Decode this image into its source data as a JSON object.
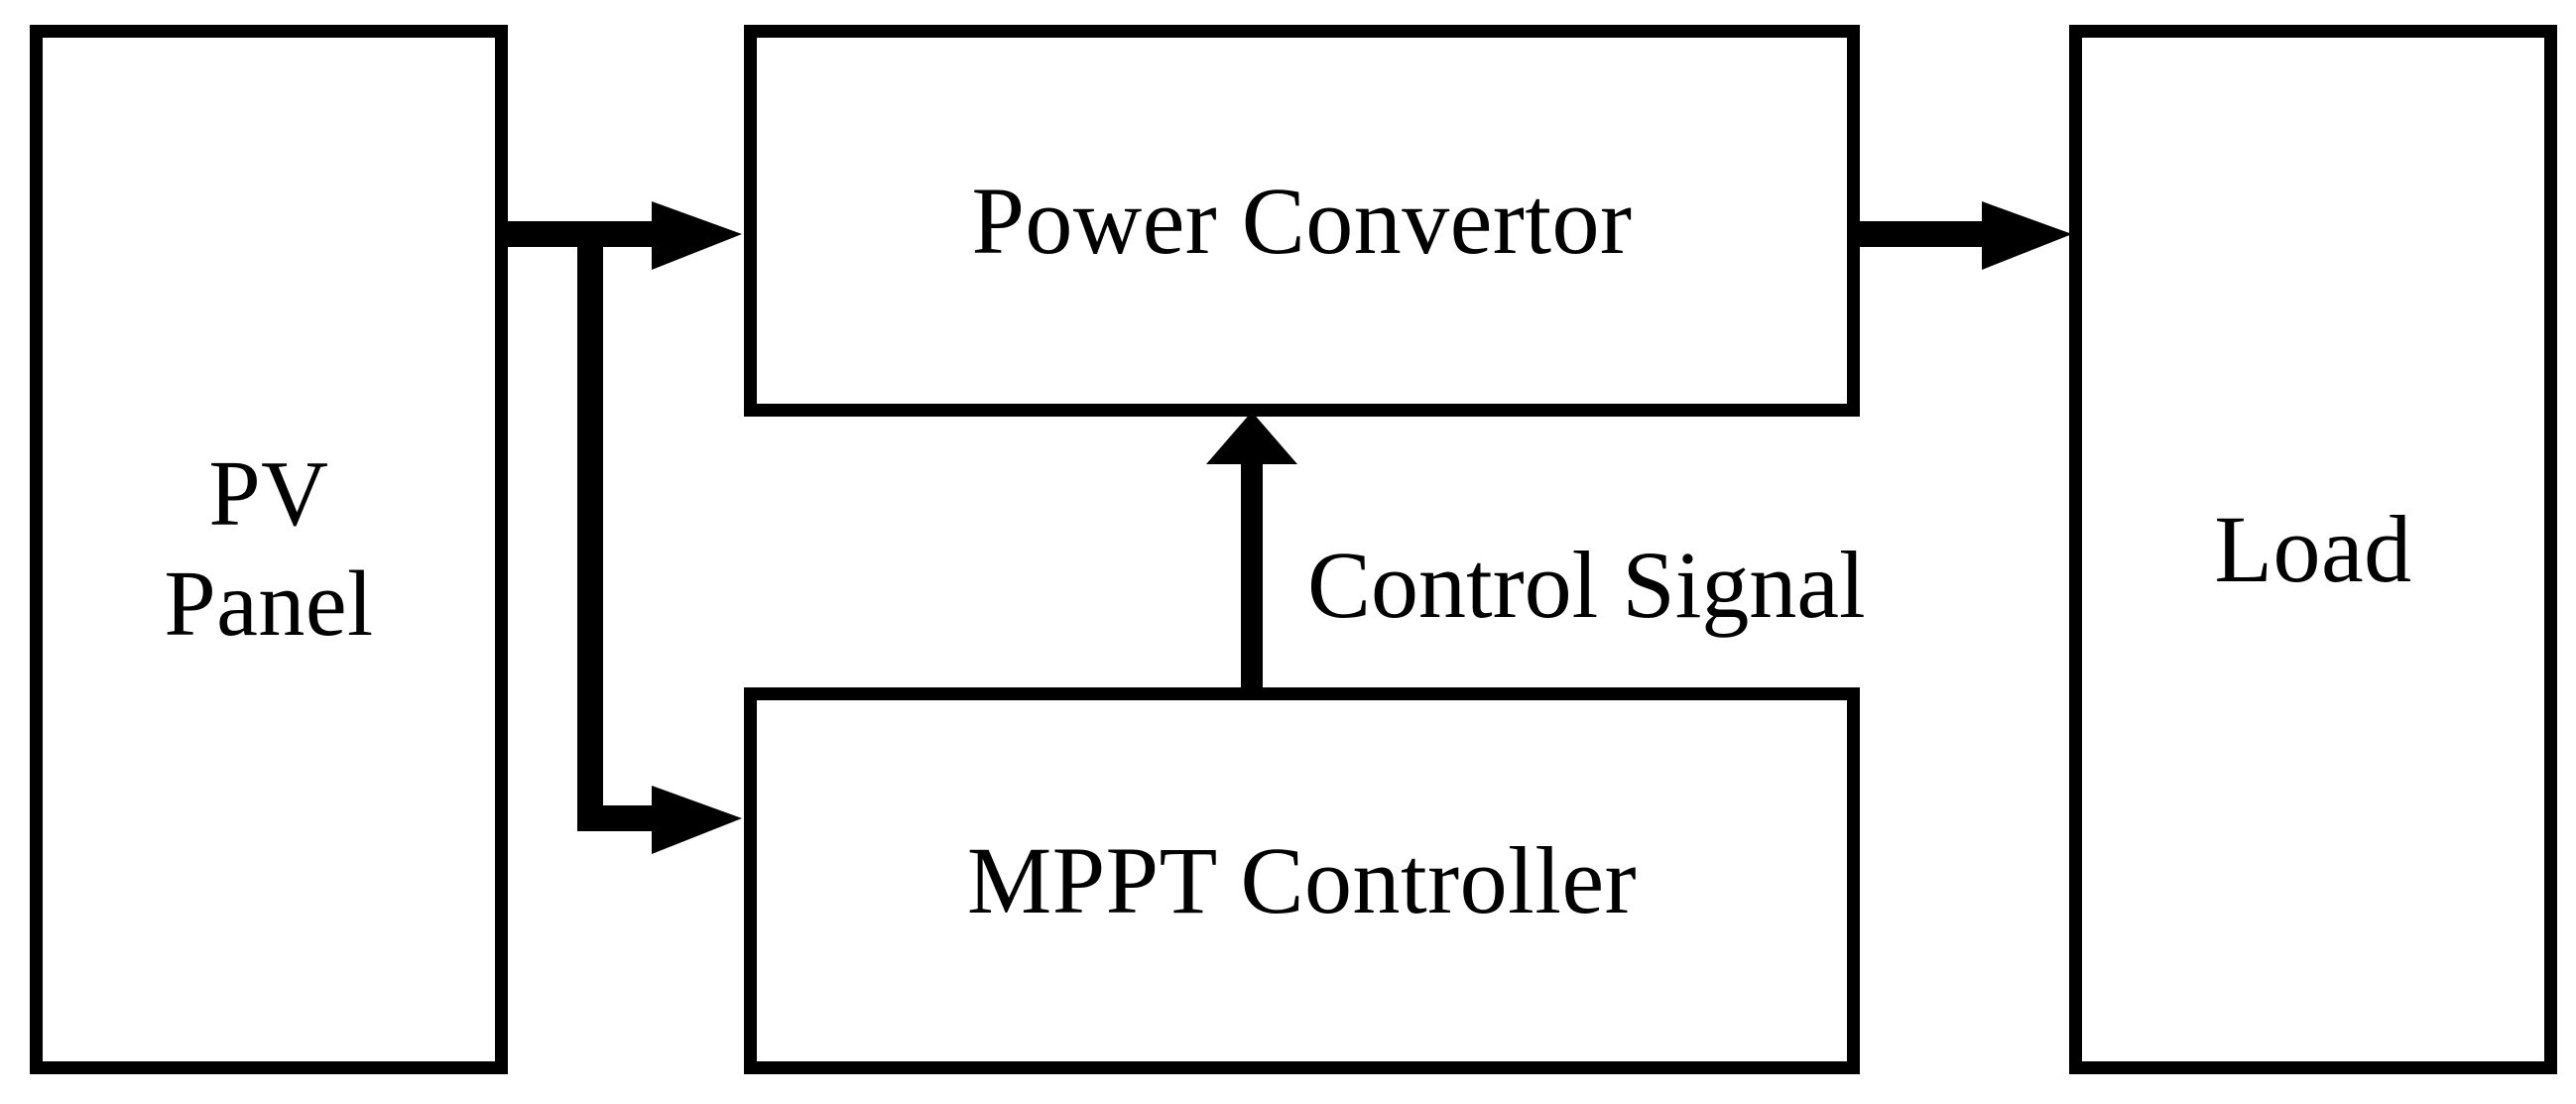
{
  "diagram": {
    "title": "PV MPPT system block diagram",
    "background_color": "#ffffff",
    "line_color": "#000000",
    "blocks": [
      {
        "id": "pv-panel",
        "label": "PV\nPanel"
      },
      {
        "id": "power-convertor",
        "label": "Power Convertor"
      },
      {
        "id": "mppt-controller",
        "label": "MPPT Controller"
      },
      {
        "id": "load",
        "label": "Load"
      }
    ],
    "edges": [
      {
        "id": "pv-to-converter",
        "label": "",
        "from": "pv-panel",
        "to": "power-convertor",
        "arrow": "single"
      },
      {
        "id": "pv-to-mppt",
        "label": "",
        "from": "pv-panel",
        "to": "mppt-controller",
        "arrow": "single"
      },
      {
        "id": "converter-to-load",
        "label": "",
        "from": "power-convertor",
        "to": "load",
        "arrow": "single"
      },
      {
        "id": "mppt-to-converter",
        "label": "Control Signal",
        "from": "mppt-controller",
        "to": "power-convertor",
        "arrow": "single"
      }
    ]
  }
}
